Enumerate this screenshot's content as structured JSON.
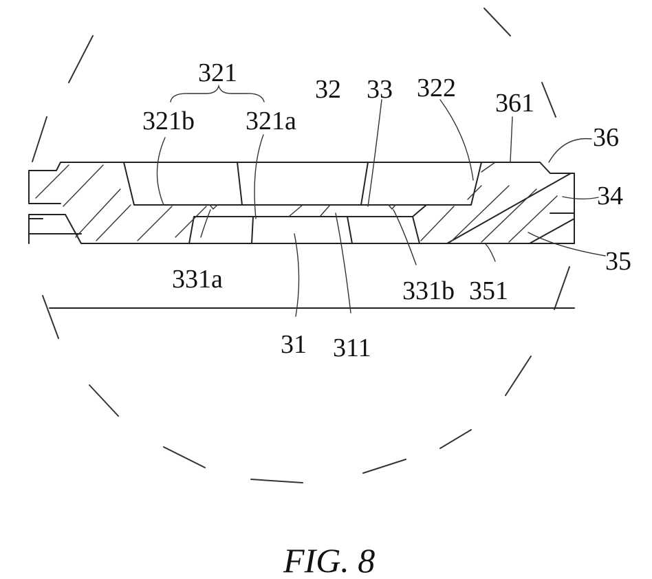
{
  "figure": {
    "caption": "FIG. 8",
    "labels": {
      "l321": "321",
      "l321b": "321b",
      "l321a": "321a",
      "l32": "32",
      "l33": "33",
      "l322": "322",
      "l361": "361",
      "l36": "36",
      "l34": "34",
      "l35": "35",
      "l331a": "331a",
      "l331b": "331b",
      "l351": "351",
      "l31": "31",
      "l311": "311"
    }
  }
}
